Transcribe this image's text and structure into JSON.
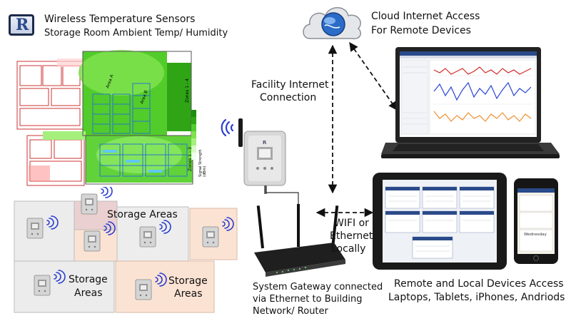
{
  "header": {
    "logo_text": "R",
    "title": "Wireless Temperature Sensors",
    "subtitle": "Storage Room Ambient Temp/ Humidity"
  },
  "floorplan": {
    "zone_label_a": "Zones 1 - 4",
    "zone_label_b": "Zones 1 - 3",
    "area_label_a": "Area A",
    "area_label_b": "Area B",
    "legend_label": "Signal Strength",
    "legend_sub": "(dBm)"
  },
  "storage": {
    "label_top": "Storage Areas",
    "label_bottom_left_1": "Storage",
    "label_bottom_left_2": "Areas",
    "label_bottom_right_1": "Storage",
    "label_bottom_right_2": "Areas"
  },
  "cloud": {
    "line1": "Cloud Internet Access",
    "line2": "For Remote Devices"
  },
  "facility": {
    "line1": "Facility Internet",
    "line2": "Connection"
  },
  "wifi": {
    "line1": "WIFI or",
    "line2": "Ethernet",
    "line3": "Locally"
  },
  "gateway": {
    "line1": "System Gateway connected",
    "line2": "via Ethernet to Building",
    "line3": "Network/ Router"
  },
  "devices": {
    "line1": "Remote and Local Devices Access",
    "line2": "Laptops, Tablets, iPhones, Andriods"
  },
  "phone": {
    "app_title": "Wednesday"
  },
  "colors": {
    "accent_blue": "#2a4a8a",
    "floor_green": "#4fd02a",
    "storage_grey": "#e6e6e6",
    "storage_peach": "#fbe3d4",
    "storage_pink": "#e6cccc"
  }
}
